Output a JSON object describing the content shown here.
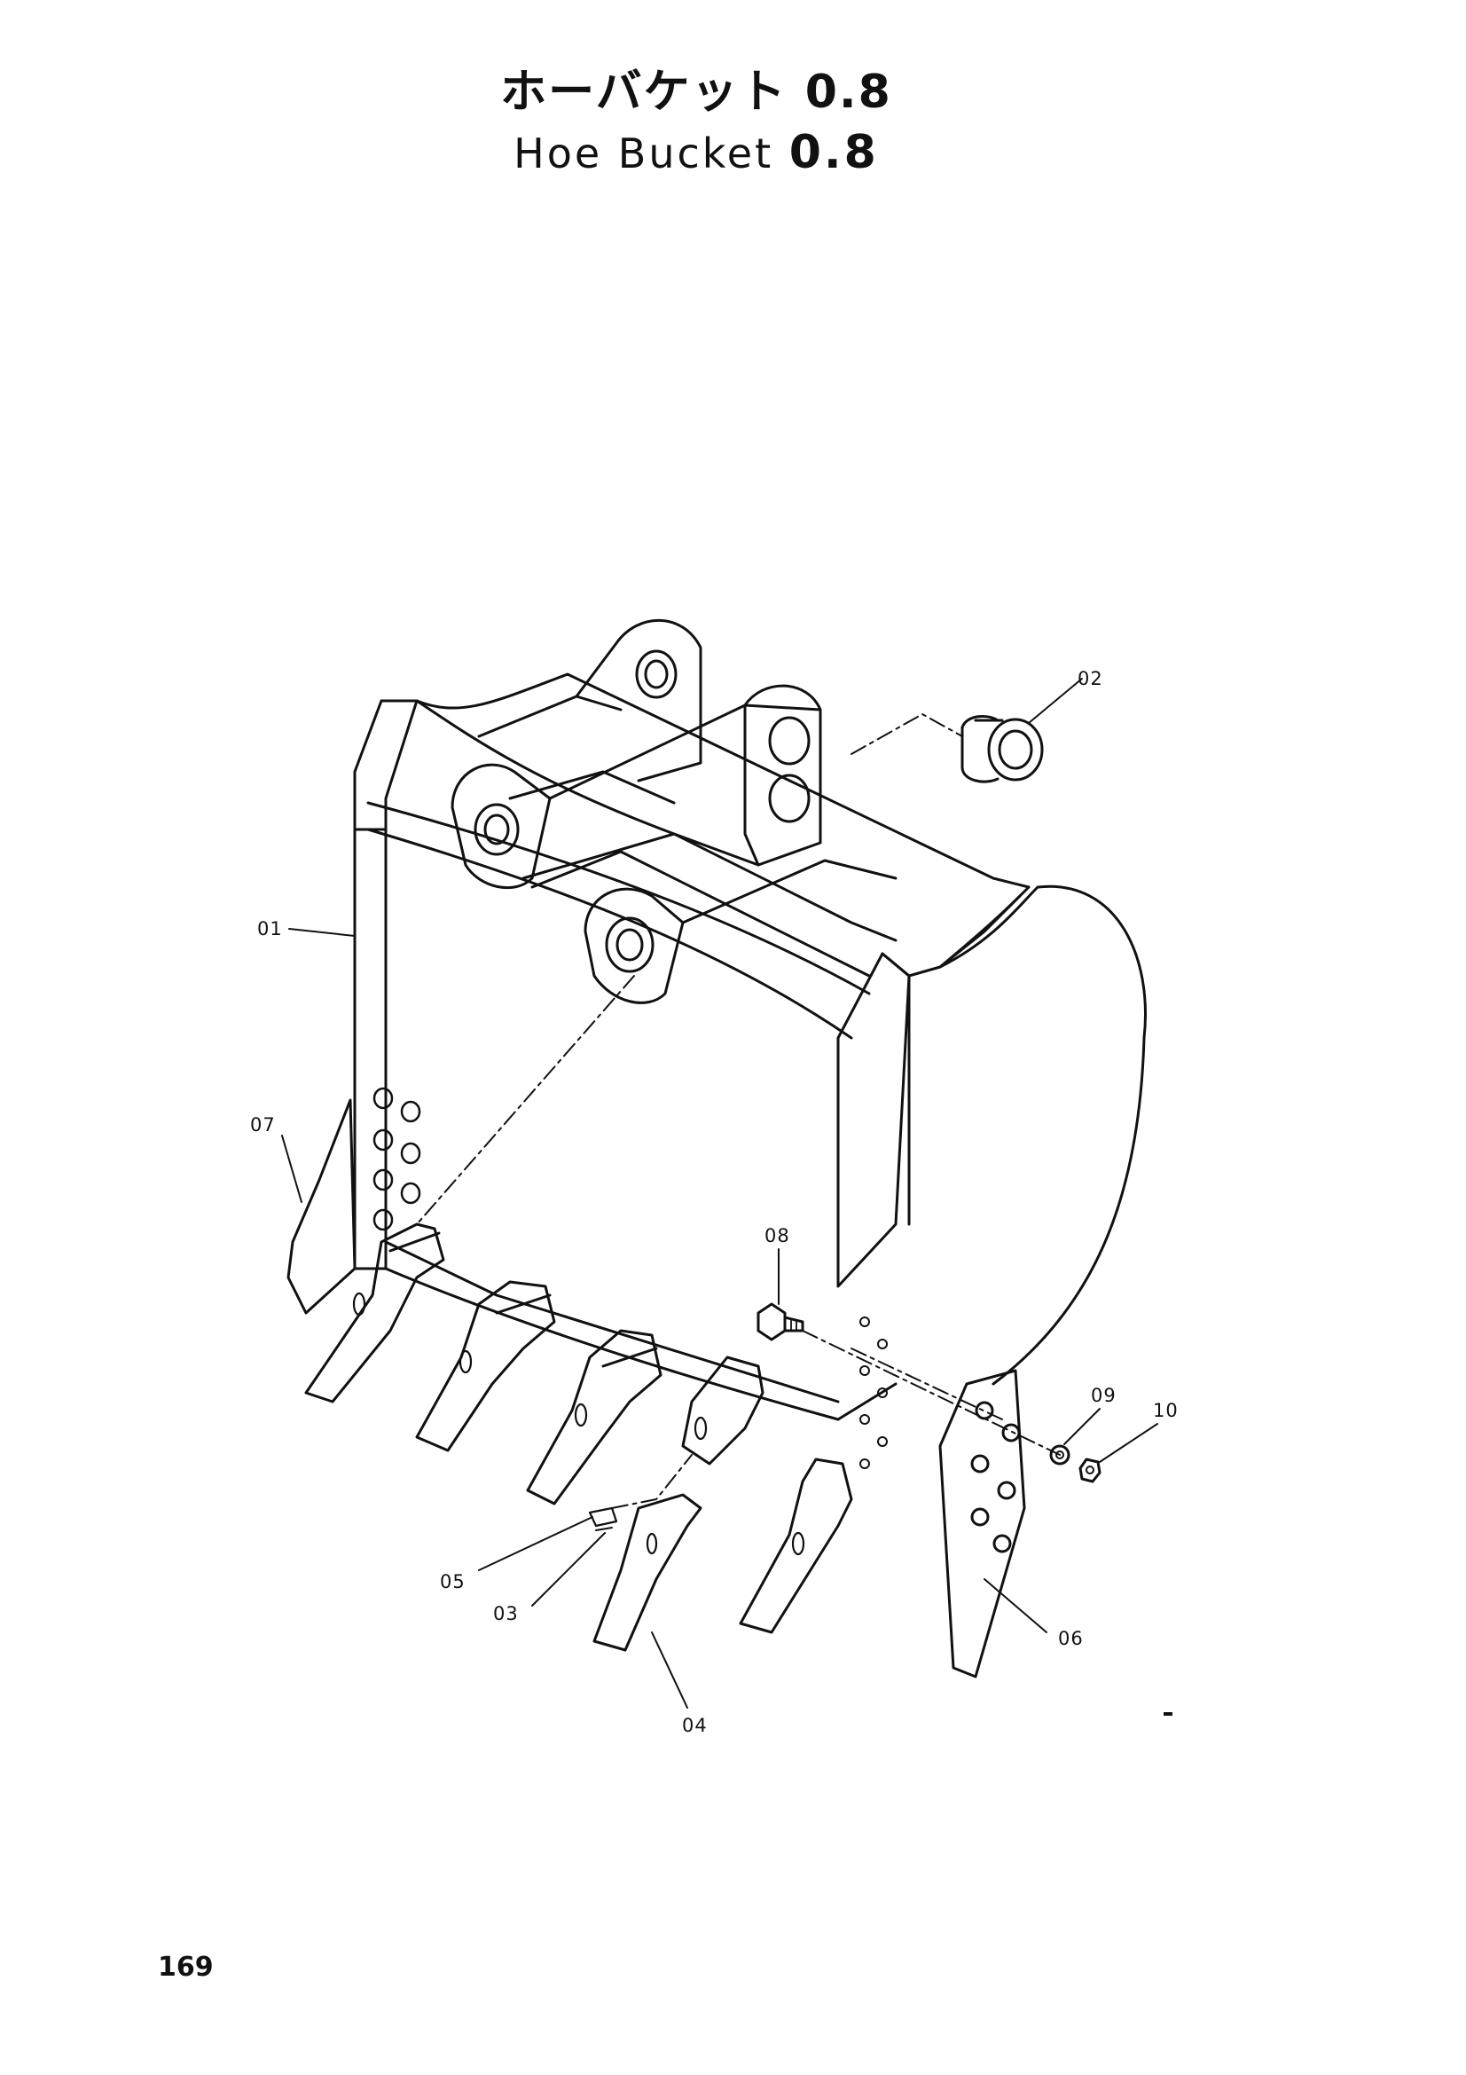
{
  "title": {
    "jp_text": "ホーバケット",
    "en_text": "Hoe Bucket",
    "size": "0.8"
  },
  "callouts": [
    "01",
    "02",
    "03",
    "04",
    "05",
    "06",
    "07",
    "08",
    "09",
    "10"
  ],
  "page_number": "169",
  "line_color": "#111111",
  "paper_color": "#ffffff"
}
